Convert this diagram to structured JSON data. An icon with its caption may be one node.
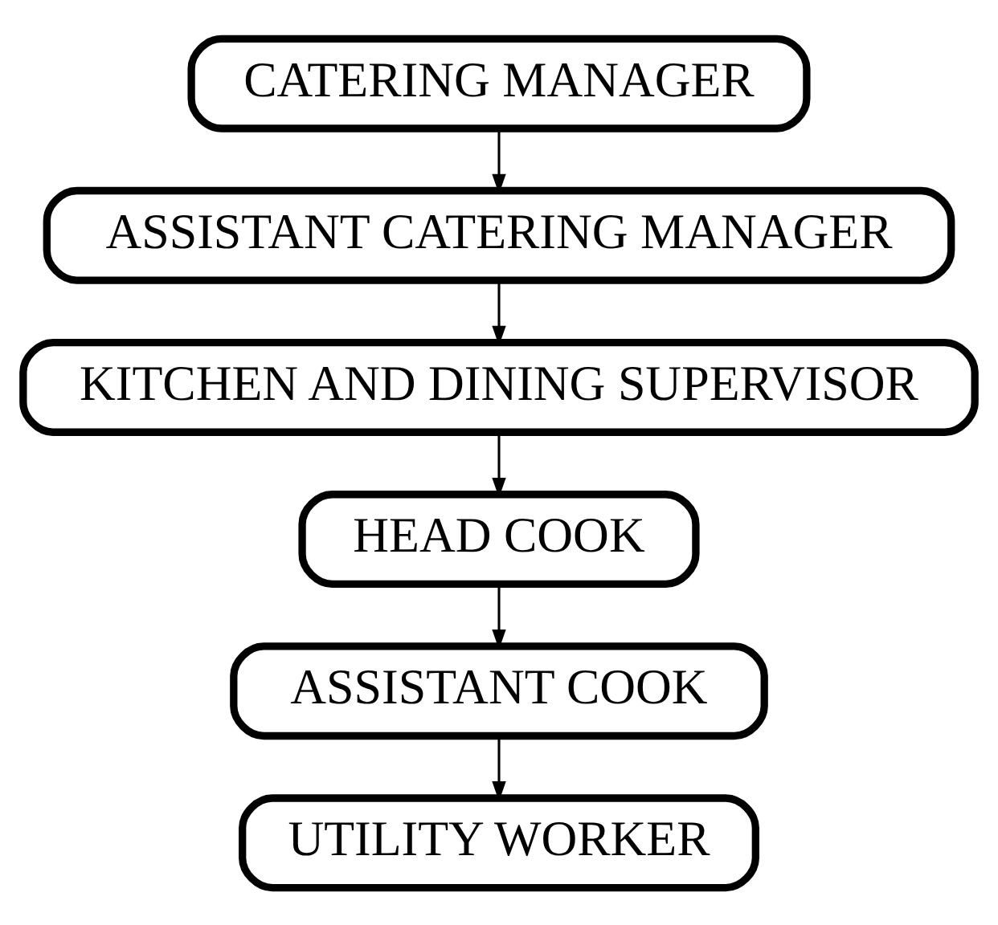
{
  "diagram": {
    "nodes": [
      {
        "text": [
          "CATERING MANAGER"
        ]
      },
      {
        "text": [
          "ASSISTANT CATERING MANAGER"
        ]
      },
      {
        "text": [
          "KITCHEN AND DINING SUPERVISOR"
        ]
      },
      {
        "text": [
          "HEAD COOK"
        ]
      },
      {
        "text": [
          "ASSISTANT COOK"
        ]
      },
      {
        "text": [
          "UTILITY WORKER"
        ]
      }
    ],
    "edges": [
      {
        "from": 0,
        "to": 1,
        "arrow": "to"
      },
      {
        "from": 1,
        "to": 2,
        "arrow": "to"
      },
      {
        "from": 2,
        "to": 3,
        "arrow": "to"
      },
      {
        "from": 3,
        "to": 4,
        "arrow": "to"
      },
      {
        "from": 4,
        "to": 5,
        "arrow": "to"
      }
    ]
  }
}
